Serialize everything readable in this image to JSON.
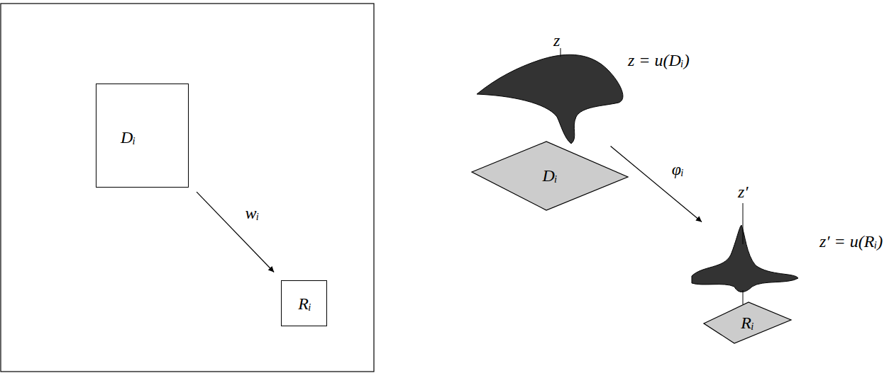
{
  "diagram": {
    "nodes": [
      {
        "text": [
          "Dᵢ"
        ]
      },
      {
        "text": [
          "Rᵢ"
        ]
      },
      {
        "text": [
          "z = u(Dᵢ)"
        ]
      },
      {
        "text": [
          "Dᵢ"
        ]
      },
      {
        "text": [
          "z′ = u(Rᵢ)"
        ]
      },
      {
        "text": [
          "Rᵢ"
        ]
      }
    ],
    "edges": [
      {
        "from": 0,
        "to": 1,
        "label": "wᵢ",
        "arrow": "to"
      },
      {
        "from": 2,
        "to": 4,
        "label": "φᵢ",
        "arrow": "to"
      }
    ],
    "labels": [
      "z",
      "z′"
    ]
  }
}
